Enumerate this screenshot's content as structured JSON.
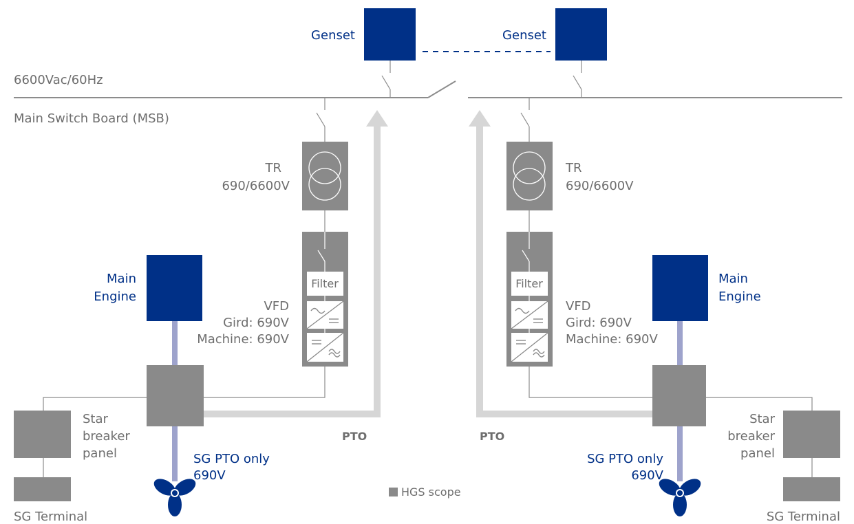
{
  "bus": {
    "voltage_label": "6600Vac/60Hz",
    "msb_label": "Main Switch Board (MSB)"
  },
  "left": {
    "genset_label": "Genset",
    "tr_label": "TR",
    "tr_rating": "690/6600V",
    "filter_label": "Filter",
    "vfd_label": "VFD",
    "vfd_grid": "Gird: 690V",
    "vfd_machine": "Machine: 690V",
    "engine_line1": "Main",
    "engine_line2": "Engine",
    "panel_line1": "Star",
    "panel_line2": "breaker",
    "panel_line3": "panel",
    "terminal_label": "SG Terminal",
    "sg_line1": "SG PTO only",
    "sg_line2": "690V",
    "pto_label": "PTO"
  },
  "right": {
    "genset_label": "Genset",
    "tr_label": "TR",
    "tr_rating": "690/6600V",
    "filter_label": "Filter",
    "vfd_label": "VFD",
    "vfd_grid": "Gird: 690V",
    "vfd_machine": "Machine: 690V",
    "engine_line1": "Main",
    "engine_line2": "Engine",
    "panel_line1": "Star",
    "panel_line2": "breaker",
    "panel_line3": "panel",
    "terminal_label": "SG Terminal",
    "sg_line1": "SG PTO only",
    "sg_line2": "690V",
    "pto_label": "PTO"
  },
  "legend": {
    "label": "HGS scope"
  },
  "colors": {
    "brand_blue": "#003087",
    "hgs_gray": "#8a8a8a",
    "pto_arrow": "#d6d6d6",
    "shaft": "#9ea3cc"
  }
}
